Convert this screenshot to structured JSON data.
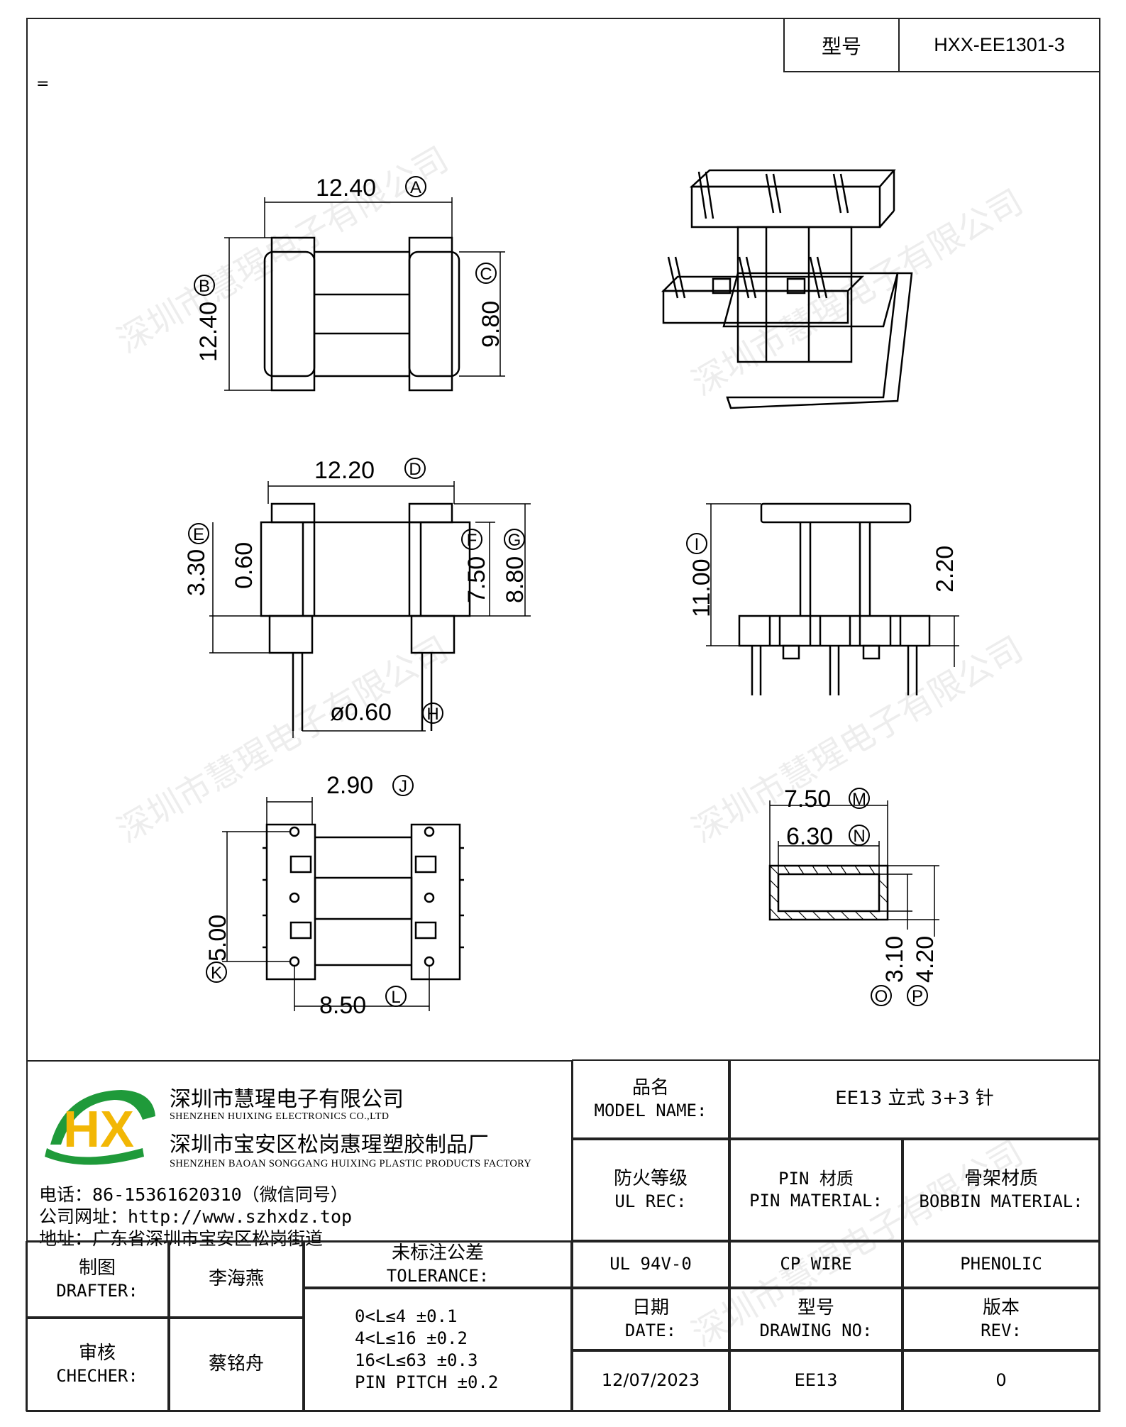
{
  "header": {
    "model_key": "型号",
    "model_value": "HXX-EE1301-3",
    "mark": "="
  },
  "watermark": "深圳市慧瑆电子有限公司",
  "dimensions": {
    "A": "12.40",
    "B": "12.40",
    "C": "9.80",
    "D": "12.20",
    "E": "3.30",
    "E2": "0.60",
    "F": "7.50",
    "G": "8.80",
    "H": "ø0.60",
    "I": "11.00",
    "I2": "2.20",
    "J": "2.90",
    "K": "5.00",
    "L": "8.50",
    "M": "7.50",
    "N": "6.30",
    "O": "3.10",
    "P": "4.20"
  },
  "circles": [
    "A",
    "B",
    "C",
    "D",
    "E",
    "F",
    "G",
    "H",
    "I",
    "J",
    "K",
    "L",
    "M",
    "N",
    "O",
    "P"
  ],
  "company": {
    "logo_letters": "HX",
    "name1": "深圳市慧瑆电子有限公司",
    "name1_en": "SHENZHEN HUIXING ELECTRONICS CO.,LTD",
    "name2": "深圳市宝安区松岗惠瑆塑胶制品厂",
    "name2_en": "SHENZHEN BAOAN SONGGANG HUIXING PLASTIC PRODUCTS FACTORY",
    "phone": "电话：86-15361620310（微信同号）",
    "website": "公司网址：http://www.szhxdz.top",
    "address": "地址：广东省深圳市宝安区松岗街道"
  },
  "titleblock": {
    "model_name_cn": "品名",
    "model_name_en": "MODEL NAME:",
    "model_name_value": "EE13 立式 3+3 针",
    "ul_cn": "防火等级",
    "ul_en": "UL REC:",
    "pin_cn": "PIN 材质",
    "pin_en": "PIN MATERIAL:",
    "bobbin_cn": "骨架材质",
    "bobbin_en": "BOBBIN MATERIAL:",
    "ul_value": "UL 94V-0",
    "pin_value": "CP WIRE",
    "bobbin_value": "PHENOLIC",
    "drafter_cn": "制图",
    "drafter_en": "DRAFTER:",
    "drafter_name": "李海燕",
    "checker_cn": "审核",
    "checker_en": "CHECHER:",
    "checker_name": "蔡铭舟",
    "tol_cn": "未标注公差",
    "tol_en": "TOLERANCE:",
    "tol_lines": [
      "0<L≤4  ±0.1",
      "4<L≤16 ±0.2",
      "16<L≤63 ±0.3",
      "PIN PITCH ±0.2"
    ],
    "date_cn": "日期",
    "date_en": "DATE:",
    "date_value": "12/07/2023",
    "drawing_cn": "型号",
    "drawing_en": "DRAWING NO:",
    "drawing_value": "EE13",
    "rev_cn": "版本",
    "rev_en": "REV:",
    "rev_value": "0"
  }
}
